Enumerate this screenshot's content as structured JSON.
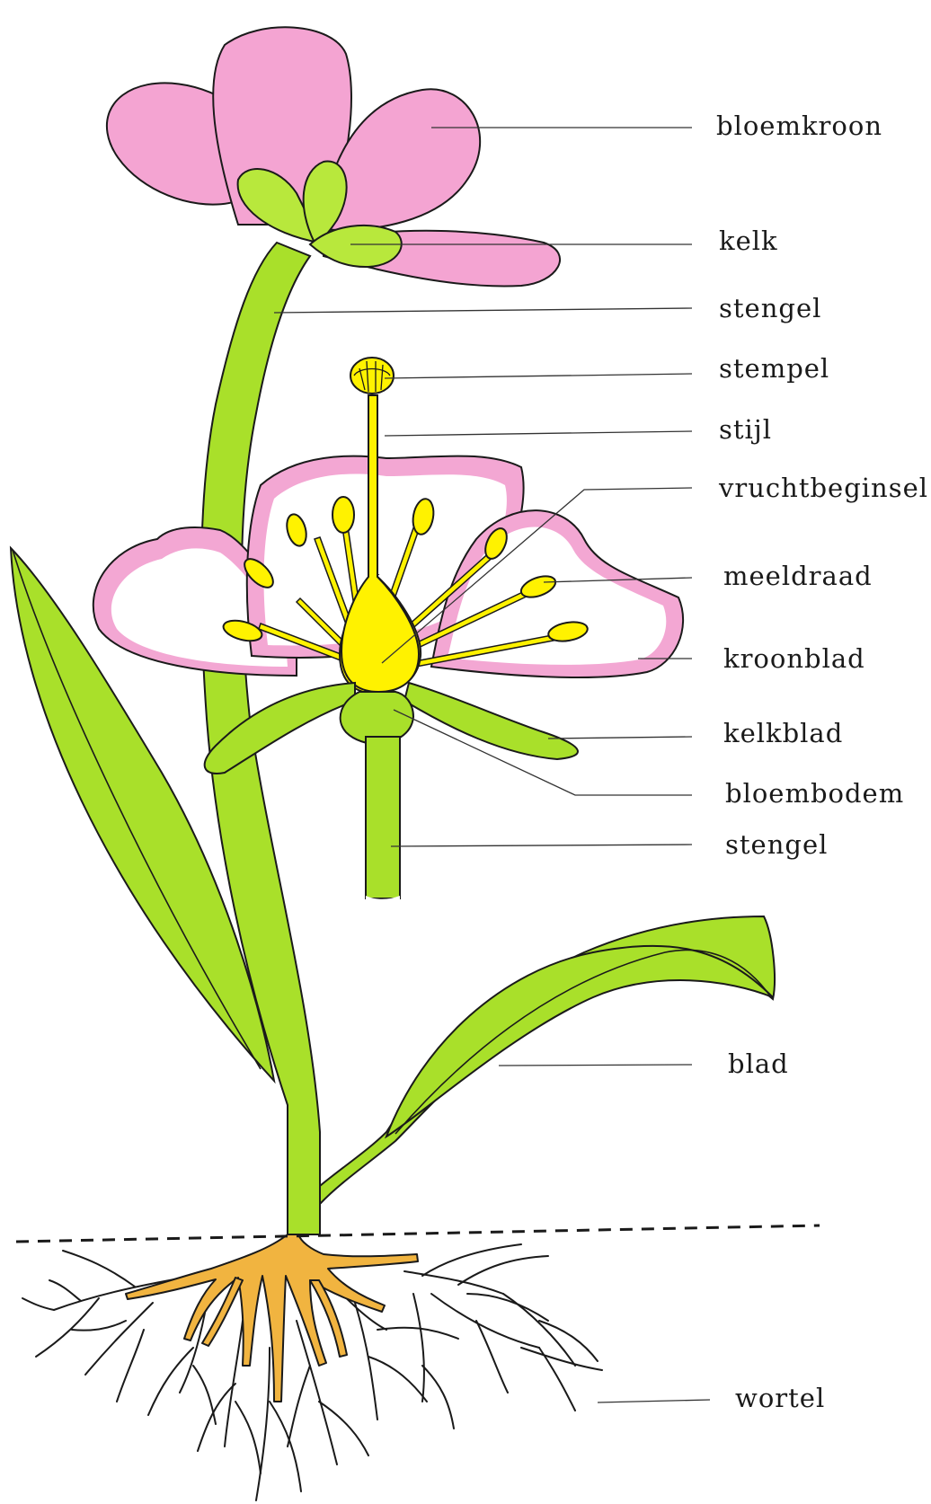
{
  "diagram": {
    "colors": {
      "petal": "#f4a4d2",
      "petal_rim": "#f3a7d3",
      "green": "#a9e02a",
      "green_light": "#b8e83c",
      "pistil": "#fff200",
      "root": "#f1b440",
      "outline": "#1a1a1a"
    },
    "labels": {
      "bloemkroon": "bloemkroon",
      "kelk": "kelk",
      "stengel_top": "stengel",
      "stempel": "stempel",
      "stijl": "stijl",
      "vruchtbeginsel": "vruchtbeginsel",
      "meeldraad": "meeldraad",
      "kroonblad": "kroonblad",
      "kelkblad": "kelkblad",
      "bloembodem": "bloembodem",
      "stengel_bottom": "stengel",
      "blad": "blad",
      "wortel": "wortel"
    }
  }
}
